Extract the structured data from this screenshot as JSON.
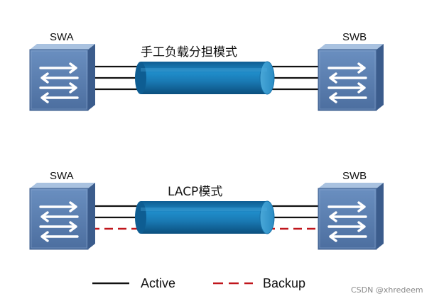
{
  "top": {
    "left_device": "SWA",
    "right_device": "SWB",
    "mode_label": "手工负载分担模式"
  },
  "bottom": {
    "left_device": "SWA",
    "right_device": "SWB",
    "mode_label": "LACP模式"
  },
  "legend": {
    "active_label": "Active",
    "backup_label": "Backup"
  },
  "watermark": "CSDN @xhredeem",
  "colors": {
    "switch_front": "#5a7fb2",
    "switch_top": "#a9c2e0",
    "switch_side": "#3b5c8c",
    "tube": "#1b7fb8",
    "active_line": "#111111",
    "backup_line": "#c0161c"
  },
  "icons": {
    "switch": "switch-icon",
    "bundle": "link-bundle-icon"
  }
}
